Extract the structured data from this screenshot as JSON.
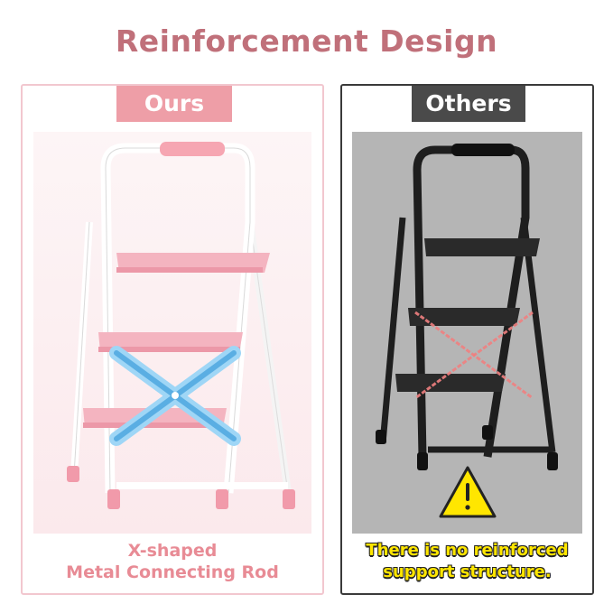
{
  "title": "Reinforcement Design",
  "ours": {
    "label": "Ours",
    "caption_line1": "X-shaped",
    "caption_line2": "Metal Connecting Rod"
  },
  "others": {
    "label": "Others",
    "caption_line1": "There is no reinforced",
    "caption_line2": "support structure."
  },
  "colors": {
    "title": "#c0707a",
    "ours_accent": "#ee9ea7",
    "others_accent": "#4a4a4a",
    "warning_yellow": "#ffe600",
    "cross_blue": "#7ec3ee",
    "cross_red": "#e86a6a"
  },
  "icons": [
    "warning-icon",
    "x-brace-icon",
    "red-x-icon"
  ]
}
